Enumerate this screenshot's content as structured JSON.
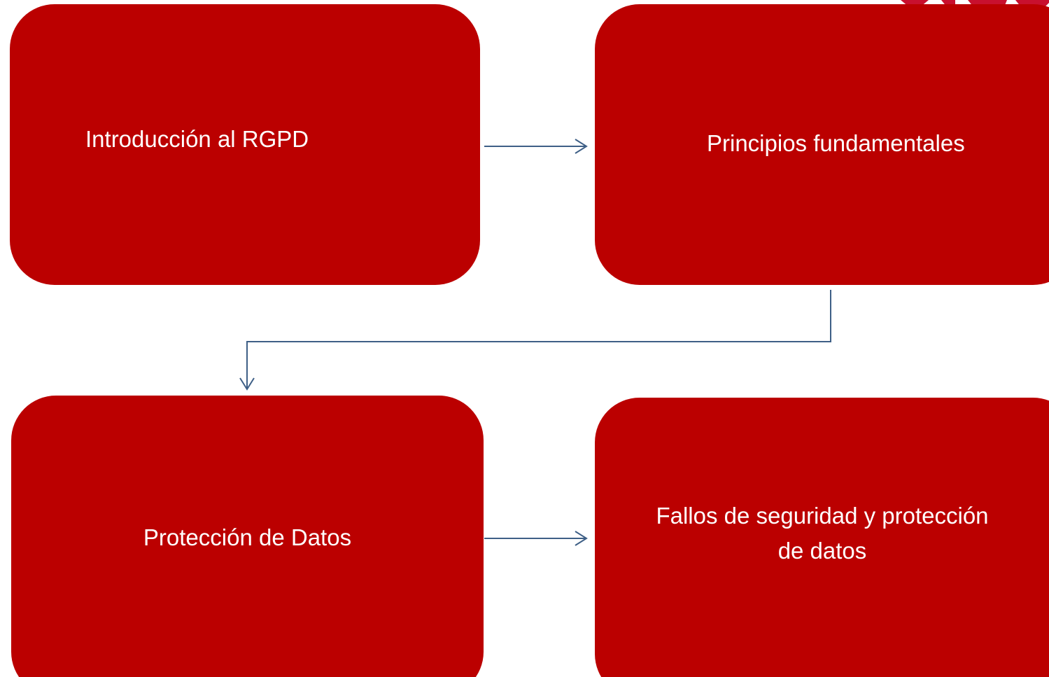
{
  "diagram": {
    "nodes": [
      {
        "id": "intro",
        "label": "Introducción al RGPD"
      },
      {
        "id": "principios",
        "label": "Principios  fundamentales"
      },
      {
        "id": "proteccion",
        "label": "Protección de Datos"
      },
      {
        "id": "fallos",
        "label": "Fallos de seguridad y protección\nde datos"
      }
    ],
    "edges": [
      {
        "from": "intro",
        "to": "principios"
      },
      {
        "from": "principios",
        "to": "proteccion"
      },
      {
        "from": "proteccion",
        "to": "fallos"
      }
    ]
  },
  "colors": {
    "box_fill": "#bb0000",
    "box_text": "#ffffff",
    "connector": "#3e5f86",
    "brand_accent": "#c8102e"
  }
}
